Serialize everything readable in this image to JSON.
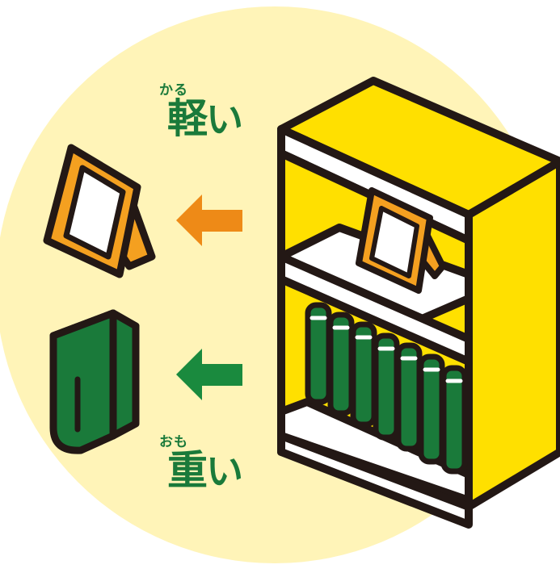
{
  "labels": {
    "light": {
      "ruby": "かる",
      "kanji": "軽",
      "kana": "い"
    },
    "heavy": {
      "ruby": "おも",
      "kanji": "重",
      "kana": "い"
    }
  },
  "colors": {
    "background_circle": "#FFF4B8",
    "shelf_yellow": "#FFE000",
    "shelf_white": "#FFFFFF",
    "outline": "#231815",
    "frame_orange": "#F4A020",
    "arrow_orange": "#EE8A17",
    "book_green": "#1A7A3A",
    "arrow_green": "#1A8A3E",
    "label_green": "#1A7A3A"
  },
  "icons": [
    "photo-frame-icon",
    "book-icon",
    "bookshelf-icon",
    "arrow-left-icon"
  ]
}
